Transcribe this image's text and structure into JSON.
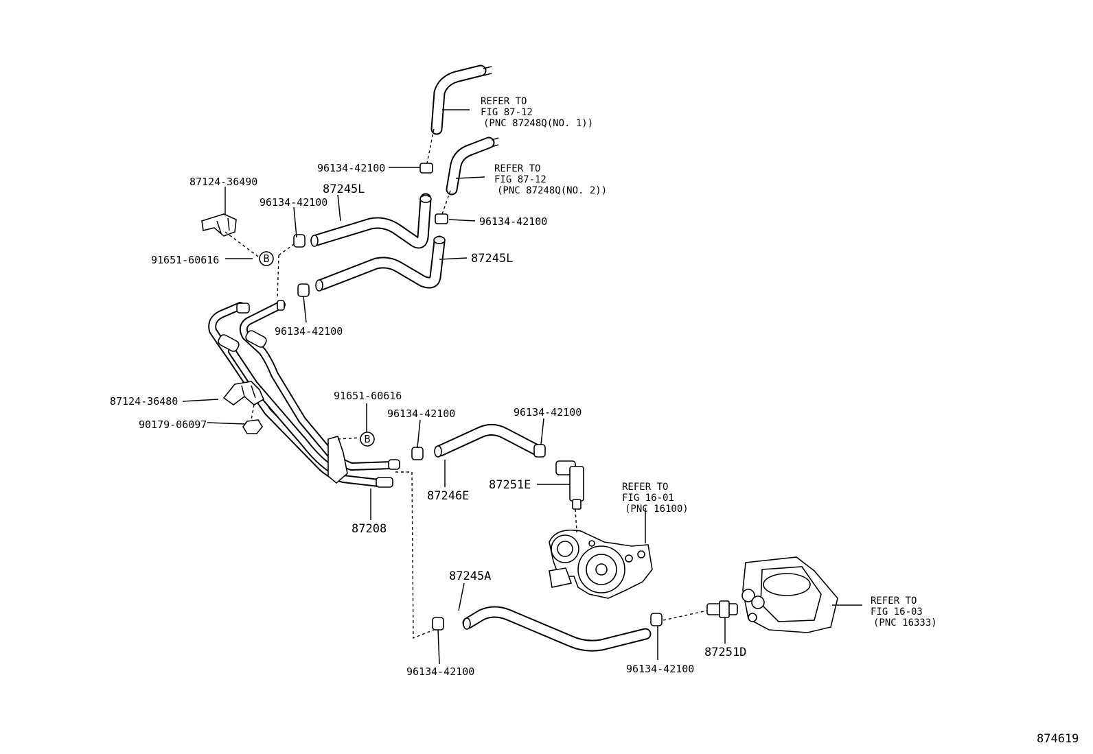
{
  "parts": {
    "p87124_36490": "87124-36490",
    "p87245L_upper": "87245L",
    "p87245L_lower": "87245L",
    "p96134_a": "96134-42100",
    "p96134_b": "96134-42100",
    "p96134_c": "96134-42100",
    "p96134_d": "96134-42100",
    "p96134_e": "96134-42100",
    "p96134_f": "96134-42100",
    "p96134_g": "96134-42100",
    "p96134_h": "96134-42100",
    "p91651_upper": "91651-60616",
    "p91651_lower": "91651-60616",
    "p87124_36480": "87124-36480",
    "p90179_06097": "90179-06097",
    "p87246E": "87246E",
    "p87251E": "87251E",
    "p87208": "87208",
    "p87245A": "87245A",
    "p87251D": "87251D"
  },
  "markers": {
    "b_upper": "B",
    "b_lower": "B"
  },
  "references": {
    "ref1": {
      "line1": "REFER TO",
      "line2": "FIG 87-12",
      "line3": "(PNC 87248Q(NO. 1))"
    },
    "ref2": {
      "line1": "REFER TO",
      "line2": "FIG 87-12",
      "line3": "(PNC 87248Q(NO. 2))"
    },
    "ref3": {
      "line1": "REFER TO",
      "line2": "FIG 16-01",
      "line3": "(PNC 16100)"
    },
    "ref4": {
      "line1": "REFER TO",
      "line2": "FIG 16-03",
      "line3": "(PNC 16333)"
    }
  },
  "figure_number": "874619"
}
